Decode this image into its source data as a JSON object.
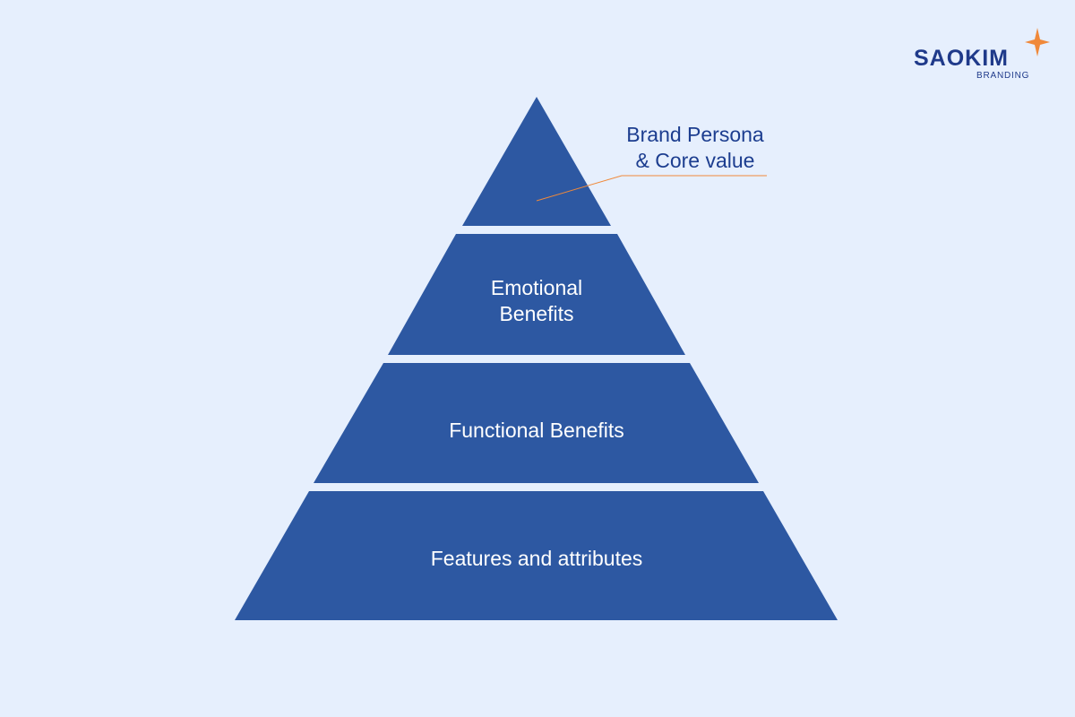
{
  "colors": {
    "background": "#e6effd",
    "pyramid_fill": "#2d58a2",
    "tier_text": "#ffffff",
    "callout_text": "#1c3d8f",
    "callout_line": "#f0893a",
    "logo_text": "#1f3a8a",
    "logo_star": "#f0893a"
  },
  "logo": {
    "name": "SAOKIM",
    "tagline": "BRANDING"
  },
  "pyramid": {
    "tiers": [
      {
        "lines": []
      },
      {
        "lines": [
          "Emotional",
          "Benefits"
        ]
      },
      {
        "lines": [
          "Functional Benefits"
        ]
      },
      {
        "lines": [
          "Features and attributes"
        ]
      }
    ]
  },
  "callout": {
    "lines": [
      "Brand Persona",
      "& Core value"
    ]
  }
}
